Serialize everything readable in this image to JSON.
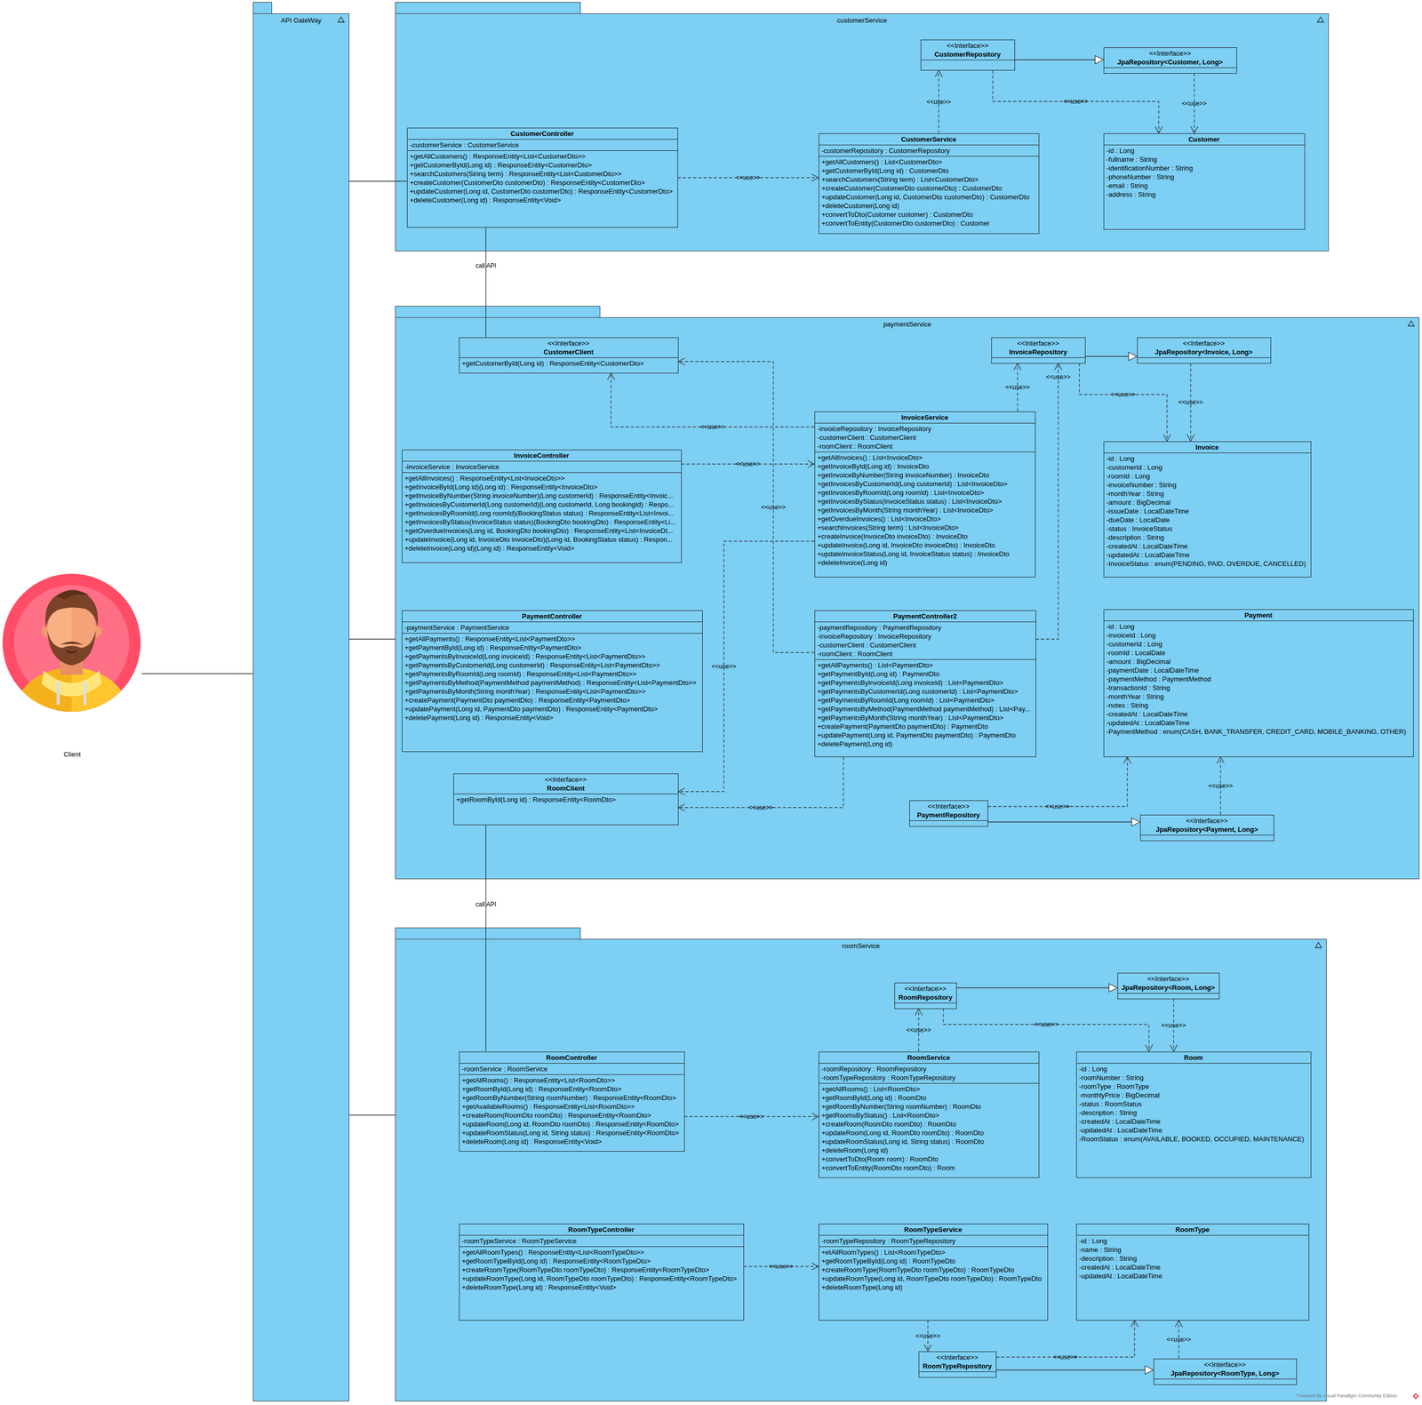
{
  "diagram": {
    "nodes": [
      {
        "text": [
          "Client"
        ]
      },
      {
        "text": [
          "API GateWay"
        ]
      },
      {
        "text": [
          "customerService"
        ]
      },
      {
        "text": [
          "<<Interface>>",
          "CustomerRepository"
        ],
        "in": 2
      },
      {
        "text": [
          "<<Interface>>",
          "JpaRepository<Customer, Long>"
        ],
        "in": 2
      },
      {
        "text": [
          "CustomerController",
          "-customerService : CustomerService",
          "+getAllCustomers() : ResponseEntity<List<CustomerDto>>",
          "+getCustomerById(Long id) : ResponseEntity<CustomerDto>",
          "+searchCustomers(String term) : ResponseEntity<List<CustomerDto>>",
          "+createCustomer(CustomerDto customerDto) : ResponseEntity<CustomerDto>",
          "+updateCustomer(Long id, CustomerDto customerDto) : ResponseEntity<CustomerDto>",
          "+deleteCustomer(Long id) : ResponseEntity<Void>"
        ],
        "in": 2
      },
      {
        "text": [
          "CustomerService",
          "-customerRepository : CustomerRepository",
          "+getAllCustomers() : List<CustomerDto>",
          "+getCustomerById(Long id) : CustomerDto",
          "+searchCustomers(String term) : List<CustomerDto>",
          "+createCustomer(CustomerDto customerDto) : CustomerDto",
          "+updateCustomer(Long id, CustomerDto customerDto) : CustomerDto",
          "+deleteCustomer(Long id)",
          "+convertToDto(Customer customer) : CustomerDto",
          "+convertToEntity(CustomerDto customerDto) : Customer"
        ],
        "in": 2
      },
      {
        "text": [
          "Customer",
          "-id : Long",
          "-fullname : String",
          "-identificationNumber : String",
          "-phoneNumber : String",
          "-email : String",
          "-address : String"
        ],
        "in": 2
      },
      {
        "text": [
          "paymentService"
        ]
      },
      {
        "text": [
          "<<Interface>>",
          "CustomerClient",
          "+getCustomerById(Long id) : ResponseEntity<CustomerDto>"
        ],
        "in": 8
      },
      {
        "text": [
          "<<Interface>>",
          "InvoiceRepository"
        ],
        "in": 8
      },
      {
        "text": [
          "<<Interface>>",
          "JpaRepository<Invoice, Long>"
        ],
        "in": 8
      },
      {
        "text": [
          "InvoiceService",
          "-invoiceRepository : InvoiceRepository",
          "-customerClient : CustomerClient",
          "-roomClient : RoomClient",
          "+getAllInvoices() : List<InvoiceDto>",
          "+getInvoiceById(Long id) : InvoiceDto",
          "+getInvoiceByNumber(String invoiceNumber) : InvoiceDto",
          "+getInvoicesByCustomerId(Long customerId) : List<InvoiceDto>",
          "+getInvoicesByRoomId(Long roomId) : List<InvoiceDto>",
          "+getInvoicesByStatus(InvoiceStatus status) : List<InvoiceDto>",
          "+getInvoicesByMonth(String monthYear) : List<InvoiceDto>",
          "+getOverdueInvoices() : List<InvoiceDto>",
          "+searchInvoices(String term) : List<InvoiceDto>",
          "+createInvoice(InvoiceDto invoiceDto) : InvoiceDto",
          "+updateInvoice(Long id, InvoiceDto invoiceDto) : InvoiceDto",
          "+updateInvoiceStatus(Long id, InvoiceStatus status) : InvoiceDto",
          "+deleteInvoice(Long id)"
        ],
        "in": 8
      },
      {
        "text": [
          "InvoiceController",
          "-invoiceService : InvoiceService",
          "+getAllInvoices() : ResponseEntity<List<InvoiceDto>>",
          "+getInvoiceById(Long id)(Long id) : ResponseEntity<InvoiceDto>",
          "+getInvoiceByNumber(String invoiceNumber)(Long customerId) : ResponseEntity<Invoic...",
          "+getInvoicesByCustomerId(Long customerId)(Long customerId, Long bookingId) : Respo...",
          "+getInvoicesByRoomId(Long roomId)(BookingStatus status) : ResponseEntity<List<Invoi...",
          "+getInvoicesByStatus(InvoiceStatus status)(BookingDto bookingDto) : ResponseEntity<Li...",
          "+getOverdueInvoices(Long id, BookingDto bookingDto) : ResponseEntity<List<InvoiceDt...",
          "+updateInvoice(Long id, InvoiceDto invoiceDto)(Long id, BookingStatus status) : Respon...",
          "+deleteInvoice(Long id)(Long id) : ResponseEntity<Void>"
        ],
        "in": 8
      },
      {
        "text": [
          "Invoice",
          "-id : Long",
          "-customerId : Long",
          "-roomId : Long",
          "-invoiceNumber : String",
          "-monthYear : String",
          "-amount : BigDecimal",
          "-issueDate : LocalDateTime",
          "-dueDate : LocalDate",
          "-status : InvoiceStatus",
          "-description : String",
          "-createdAt : LocalDateTime",
          "-updatedAt : LocalDateTime",
          "-InvoiceStatus : enum(PENDING, PAID, OVERDUE, CANCELLED)"
        ],
        "in": 8
      },
      {
        "text": [
          "PaymentController",
          "-paymentService : PaymentService",
          "+getAllPayments() : ResponseEntity<List<PaymentDto>>",
          "+getPaymentById(Long id) : ResponseEntity<PaymentDto>",
          "+getPaymentsByInvoiceId(Long invoiceId) : ResponseEntity<List<PaymentDto>>",
          "+getPaymentsByCustomerId(Long customerId) : ResponseEntity<List<PaymentDto>>",
          "+getPaymentsByRoomId(Long roomId) : ResponseEntity<List<PaymentDto>>",
          "+getPaymentsByMethod(PaymentMethod paymentMethod) : ResponseEntity<List<PaymentDto>>",
          "+getPaymentsByMonth(String monthYear) : ResponseEntity<List<PaymentDto>>",
          "+createPayment(PaymentDto paymentDto) : ResponseEntity<PaymentDto>",
          "+updatePayment(Long id, PaymentDto paymentDto) : ResponseEntity<PaymentDto>",
          "+deletePayment(Long id) : ResponseEntity<Void>"
        ],
        "in": 8
      },
      {
        "text": [
          "PaymentController2",
          "-paymentRepository : PaymentRepository",
          "-invoiceRepository : InvoiceRepository",
          "-customerClient : CustomerClient",
          "-roomClient : RoomClient",
          "+getAllPayments() : List<PaymentDto>",
          "+getPaymentById(Long id) : PaymentDto",
          "+getPaymentsByInvoiceId(Long invoiceId) : List<PaymentDto>",
          "+getPaymentsByCustomerId(Long customerId) : List<PaymentDto>",
          "+getPaymentsByRoomId(Long roomId) : List<PaymentDto>",
          "+getPaymentsByMethod(PaymentMethod paymentMethod) : List<Pay...",
          "+getPaymentsByMonth(String monthYear) : List<PaymentDto>",
          "+createPayment(PaymentDto paymentDto) : PaymentDto",
          "+updatePayment(Long id, PaymentDto paymentDto) : PaymentDto",
          "+deletePayment(Long id)"
        ],
        "in": 8
      },
      {
        "text": [
          "Payment",
          "-id : Long",
          "-invoiceId : Long",
          "-customerId : Long",
          "-roomId : LocalDate",
          "-amount : BigDecimal",
          "-paymentDate : LocalDateTime",
          "-paymentMethod : PaymentMethod",
          "-transactionId : String",
          "-monthYear : String",
          "-notes : String",
          "-createdAt : LocalDateTime",
          "-updatedAt : LocalDateTime",
          "-PaymentMethod : enum(CASH, BANK_TRANSFER, CREDIT_CARD, MOBILE_BANKING, OTHER)"
        ],
        "in": 8
      },
      {
        "text": [
          "<<Interface>>",
          "RoomClient",
          "+getRoomById(Long id) : ResponseEntity<RoomDto>"
        ],
        "in": 8
      },
      {
        "text": [
          "<<Interface>>",
          "PaymentRepository"
        ],
        "in": 8
      },
      {
        "text": [
          "<<Interface>>",
          "JpaRepository<Payment, Long>"
        ],
        "in": 8
      },
      {
        "text": [
          "roomService"
        ]
      },
      {
        "text": [
          "<<Interface>>",
          "RoomRepository"
        ],
        "in": 21
      },
      {
        "text": [
          "<<Interface>>",
          "JpaRepository<Room, Long>"
        ],
        "in": 21
      },
      {
        "text": [
          "RoomController",
          "-roomService : RoomService",
          "+getAllRooms() : ResponseEntity<List<RoomDto>>",
          "+getRoomById(Long id) : ResponseEntity<RoomDto>",
          "+getRoomByNumber(String roomNumber) : ResponseEntity<RoomDto>",
          "+getAvailableRooms() : ResponseEntity<List<RoomDto>>",
          "+createRoom(RoomDto roomDto) : ResponseEntity<RoomDto>",
          "+updateRoom(Long id, RoomDto roomDto) : ResponseEntity<RoomDto>",
          "+updateRoomStatus(Long id, String status) : ResponseEntity<RoomDto>",
          "+deleteRoom(Long id) : ResponseEntity<Void>"
        ],
        "in": 21
      },
      {
        "text": [
          "RoomService",
          "-roomRepository : RoomRepository",
          "-roomTypeRepository : RoomTypeRepository",
          "+getAllRooms() : List<RoomDto>",
          "+getRoomById(Long id) : RoomDto",
          "+getRoomByNumber(String roomNumber) : RoomDto",
          "+getRoomsByStatus() : List<RoomDto>",
          "+createRoom(RoomDto roomDto) : RoomDto",
          "+updateRoom(Long id, RoomDto roomDto) : RoomDto",
          "+updateRoomStatus(Long id, String status) : RoomDto",
          "+deleteRoom(Long id)",
          "+convertToDto(Room room) : RoomDto",
          "+convertToEntity(RoomDto roomDto) : Room"
        ],
        "in": 21
      },
      {
        "text": [
          "Room",
          "-id : Long",
          "-roomNumber : String",
          "-roomType : RoomType",
          "-monthlyPrice : BigDecimal",
          "-status : RoomStatus",
          "-description : String",
          "-createdAt : LocalDateTime",
          "-updatedAt : LocalDateTime",
          "-RoomStatus : enum(AVAILABLE, BOOKED, OCCUPIED, MAINTENANCE)"
        ],
        "in": 21
      },
      {
        "text": [
          "RoomTypeController",
          "-roomTypeService : RoomTypeService",
          "+getAllRoomTypes() : ResponseEntity<List<RoomTypeDto>>",
          "+getRoomTypeById(Long id) : ResponseEntity<RoomTypeDto>",
          "+createRoomType(RoomTypeDto roomTypeDto) : ResponseEntity<RoomTypeDto>",
          "+updateRoomType(Long id, RoomTypeDto roomTypeDto) : ResponseEntity<RoomTypeDto>",
          "+deleteRoomType(Long id) : ResponseEntity<Void>"
        ],
        "in": 21
      },
      {
        "text": [
          "RoomTypeService",
          "-roomTypeRepository : RoomTypeRepository",
          "+etAllRoomTypes() : List<RoomTypeDto>",
          "+getRoomTypeById(Long id) : RoomTypeDto",
          "+createRoomType(RoomTypeDto roomTypeDto) : RoomTypeDto",
          "+updateRoomType(Long id, RoomTypeDto roomTypeDto) : RoomTypeDto",
          "+deleteRoomType(Long id)"
        ],
        "in": 21
      },
      {
        "text": [
          "RoomType",
          "-id : Long",
          "-name : String",
          "-description : String",
          "-createdAt : LocalDateTime",
          "-updatedAt : LocalDateTime"
        ],
        "in": 21
      },
      {
        "text": [
          "<<Interface>>",
          "RoomTypeRepository"
        ],
        "in": 21
      },
      {
        "text": [
          "<<Interface>>",
          "JpaRepository<RoomType, Long>"
        ],
        "in": 21
      }
    ],
    "edges": [
      {
        "from": 0,
        "to": 1,
        "arrow": "none"
      },
      {
        "from": 1,
        "to": 5,
        "arrow": "none"
      },
      {
        "from": 1,
        "to": 8,
        "arrow": "none"
      },
      {
        "from": 1,
        "to": 21,
        "arrow": "none"
      },
      {
        "from": 3,
        "to": 4,
        "arrow": "to"
      },
      {
        "from": 3,
        "to": 7,
        "label": "<<use>>",
        "arrow": "to"
      },
      {
        "from": 4,
        "to": 7,
        "label": "<<use>>",
        "arrow": "to"
      },
      {
        "from": 6,
        "to": 3,
        "label": "<<use>>",
        "arrow": "to"
      },
      {
        "from": 5,
        "to": 6,
        "label": "<<use>>",
        "arrow": "to"
      },
      {
        "from": 5,
        "to": 9,
        "label": "call API",
        "arrow": "none"
      },
      {
        "from": 12,
        "to": 9,
        "label": "<<use>>",
        "arrow": "to"
      },
      {
        "from": 13,
        "to": 12,
        "label": "<<use>>",
        "arrow": "to"
      },
      {
        "from": 12,
        "to": 10,
        "label": "<<use>>",
        "arrow": "to"
      },
      {
        "from": 10,
        "to": 11,
        "arrow": "to"
      },
      {
        "from": 10,
        "to": 14,
        "label": "<<use>>",
        "arrow": "to"
      },
      {
        "from": 11,
        "to": 14,
        "label": "<<use>>",
        "arrow": "to"
      },
      {
        "from": 16,
        "to": 9,
        "label": "<<use>>",
        "arrow": "to"
      },
      {
        "from": 16,
        "to": 10,
        "label": "<<use>>",
        "arrow": "to"
      },
      {
        "from": 12,
        "to": 18,
        "label": "<<use>>",
        "arrow": "to"
      },
      {
        "from": 16,
        "to": 18,
        "label": "<<use>>",
        "arrow": "to"
      },
      {
        "from": 19,
        "to": 17,
        "label": "<<use>>",
        "arrow": "to"
      },
      {
        "from": 19,
        "to": 20,
        "arrow": "to"
      },
      {
        "from": 20,
        "to": 17,
        "label": "<<use>>",
        "arrow": "to"
      },
      {
        "from": 18,
        "to": 24,
        "label": "call API",
        "arrow": "none"
      },
      {
        "from": 22,
        "to": 23,
        "arrow": "to"
      },
      {
        "from": 22,
        "to": 26,
        "label": "<<use>>",
        "arrow": "to"
      },
      {
        "from": 23,
        "to": 26,
        "label": "<<use>>",
        "arrow": "to"
      },
      {
        "from": 25,
        "to": 22,
        "label": "<<use>>",
        "arrow": "to"
      },
      {
        "from": 24,
        "to": 25,
        "label": "<<use>>",
        "arrow": "to"
      },
      {
        "from": 27,
        "to": 28,
        "label": "<<use>>",
        "arrow": "to"
      },
      {
        "from": 28,
        "to": 30,
        "label": "<<use>>",
        "arrow": "to"
      },
      {
        "from": 30,
        "to": 29,
        "label": "<<use>>",
        "arrow": "to"
      },
      {
        "from": 30,
        "to": 31,
        "arrow": "to"
      },
      {
        "from": 31,
        "to": 29,
        "label": "<<use>>",
        "arrow": "to"
      }
    ],
    "labels": [
      "Powered By Visual Paradigm Community Edition"
    ]
  }
}
